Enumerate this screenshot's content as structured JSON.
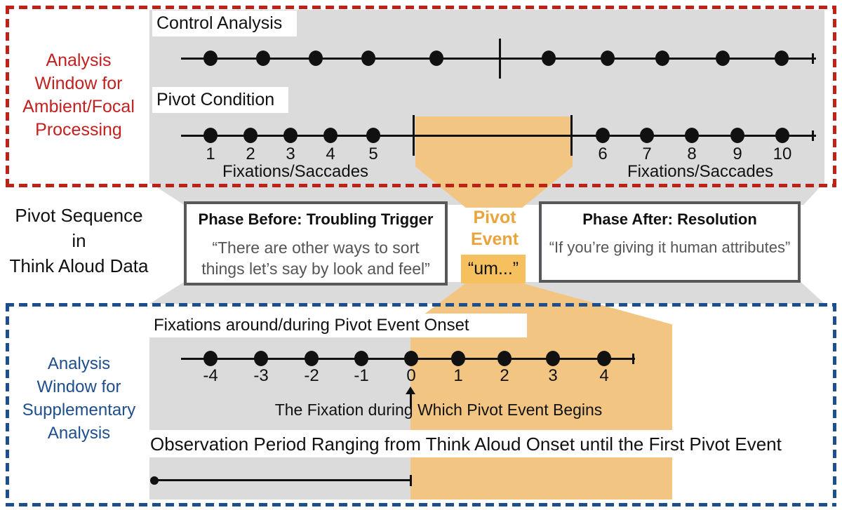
{
  "top_left_label": {
    "lines": [
      "Analysis",
      "Window for",
      "Ambient/Focal",
      "Processing"
    ]
  },
  "top": {
    "control_label": "Control Analysis",
    "pivot_label": "Pivot Condition",
    "numbers_left": [
      "1",
      "2",
      "3",
      "4",
      "5"
    ],
    "numbers_right": [
      "6",
      "7",
      "8",
      "9",
      "10"
    ],
    "fixsacc_left": "Fixations/Saccades",
    "fixsacc_right": "Fixations/Saccades"
  },
  "middle": {
    "left_label_lines": [
      "Pivot Sequence",
      "in",
      "Think Aloud Data"
    ],
    "phase_before": {
      "title": "Phase Before: Troubling Trigger",
      "quote_line1": "“There are other ways to sort",
      "quote_line2": "things let’s say by look and feel”"
    },
    "pivot_event": {
      "label_line1": "Pivot",
      "label_line2": "Event",
      "utterance": "“um...”"
    },
    "phase_after": {
      "title": "Phase After: Resolution",
      "quote": "“If you’re giving it human attributes”"
    }
  },
  "bottom": {
    "left_label_lines": [
      "Analysis",
      "Window for",
      "Supplementary",
      "Analysis"
    ],
    "fixation_heading": "Fixations around/during Pivot Event Onset",
    "fixation_numbers": [
      "-4",
      "-3",
      "-2",
      "-1",
      "0",
      "1",
      "2",
      "3",
      "4"
    ],
    "arrow_caption": "The Fixation during Which Pivot Event Begins",
    "observation_heading": "Observation Period Ranging from Think Aloud Onset until the First Pivot Event"
  },
  "colors": {
    "gray_bg": "#DBDBDB",
    "orange_light": "#F2C583",
    "orange_chip": "#F6C05E",
    "orange_text": "#E9A43C",
    "red_frame": "#BE2116",
    "red_text": "#C32020",
    "blue": "#1D4E8D",
    "box_border": "#58585A",
    "quote_text": "#555555"
  }
}
